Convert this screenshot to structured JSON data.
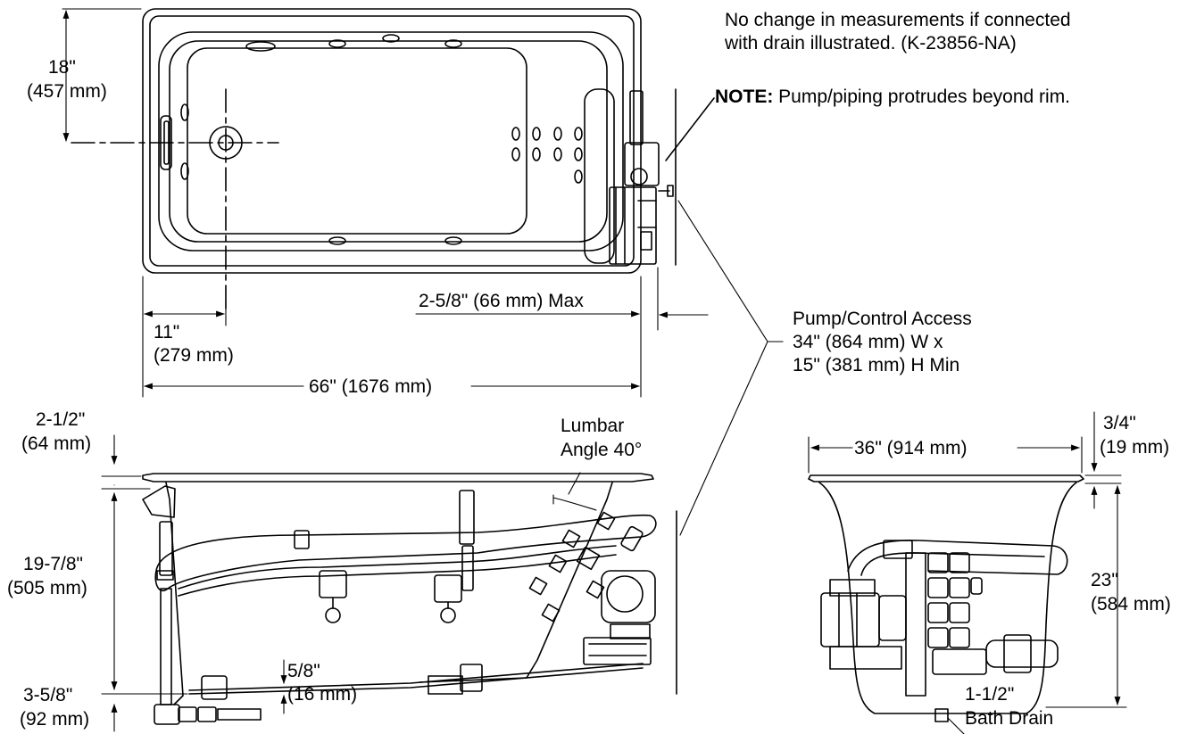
{
  "notes": {
    "drain_line1": "No change in measurements if connected",
    "drain_line2": "with drain illustrated.  (K-23856-NA)",
    "note_prefix": "NOTE:",
    "note_text": "Pump/piping protrudes beyond rim."
  },
  "top_view": {
    "dim_18_in": "18\"",
    "dim_18_mm": "(457 mm)",
    "dim_11_in": "11\"",
    "dim_11_mm": "(279 mm)",
    "dim_66": "66\" (1676 mm)",
    "dim_max": "2-5/8\" (66 mm) Max"
  },
  "access": {
    "line1": "Pump/Control Access",
    "line2": "34\" (864 mm) W x",
    "line3": "15\" (381 mm) H Min"
  },
  "side_view": {
    "dim_2half_in": "2-1/2\"",
    "dim_2half_mm": "(64 mm)",
    "dim_19_in": "19-7/8\"",
    "dim_19_mm": "(505 mm)",
    "dim_358_in": "3-5/8\"",
    "dim_358_mm": "(92 mm)",
    "dim_58_in": "5/8\"",
    "dim_58_mm": "(16 mm)",
    "lumbar_1": "Lumbar",
    "lumbar_2": "Angle 40°"
  },
  "end_view": {
    "dim_36": "36\" (914 mm)",
    "dim_34_in": "3/4\"",
    "dim_34_mm": "(19 mm)",
    "dim_23_in": "23\"",
    "dim_23_mm": "(584 mm)",
    "drain_1": "1-1/2\"",
    "drain_2": "Bath Drain"
  }
}
